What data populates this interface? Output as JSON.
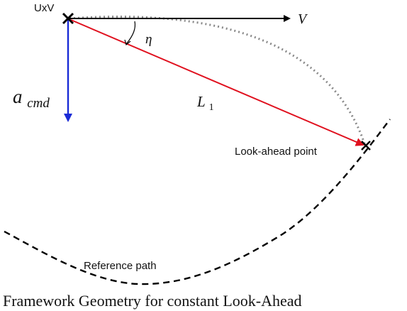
{
  "labels": {
    "uav": "UxV",
    "velocity": "V",
    "eta": "η",
    "accel_symbol": "a",
    "accel_subscript": "cmd",
    "l1_symbol": "L",
    "l1_subscript": "1",
    "lookahead": "Look-ahead point",
    "reference_path": "Reference path",
    "caption": "2. Framework Geometry for constant Look-Ahead"
  },
  "colors": {
    "velocity_arrow": "#000000",
    "l1_line": "#e0101e",
    "accel_arrow": "#1a2bd6",
    "dotted_arc": "#8a8a8a",
    "reference_path": "#000000",
    "markers": "#000000"
  }
}
